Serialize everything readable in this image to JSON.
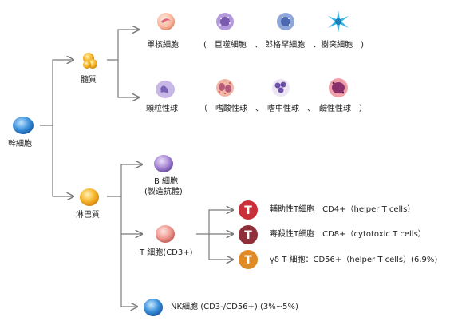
{
  "stem": "幹細胞",
  "myeloid": {
    "label": "髓質",
    "monocyte": {
      "label": "單核細胞",
      "subtypes": "(　巨噬細胞　、 郎格罕細胞　、樹突細胞　)"
    },
    "granulocyte": {
      "label": "顆粒性球",
      "subtypes": "（　嗜酸性球　、　嗜中性球　、　鹼性性球　）"
    }
  },
  "lymphoid": {
    "label": "淋巴質",
    "b_cell": {
      "label": "B 細胞",
      "note": "(製造抗體)"
    },
    "t_cell": {
      "label": "T 細胞(CD3+)",
      "icon_letter": "T",
      "helper": "輔助性T細胞　CD4+（helper T cells）",
      "cytotoxic": "毒殺性T細胞　CD8+（cytotoxic T cells）",
      "gamma_delta": "γδ T 細胞：CD56+（helper T cells）(6.9%)"
    },
    "nk": {
      "label": "NK細胞 (CD3-/CD56+) (3%~5%)"
    }
  },
  "colors": {
    "line": "#7a7a7a",
    "stem_blue": "#2f86d6",
    "myeloid_orange": "#f2a21c",
    "b_purple": "#9a78c8",
    "t_pink": "#e88a8a",
    "t_helper_red": "#c9303a",
    "t_cytotoxic_maroon": "#8e2f3a",
    "t_gd_orange": "#e08a26"
  }
}
